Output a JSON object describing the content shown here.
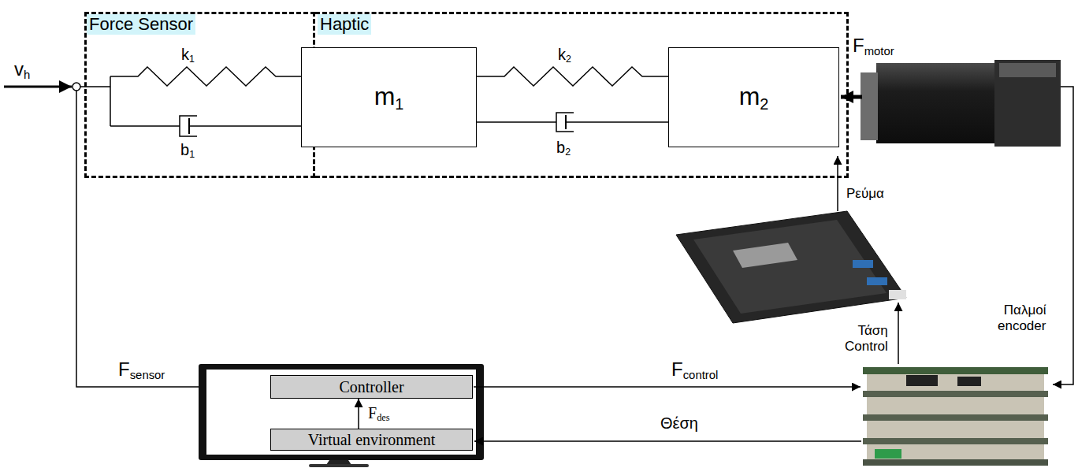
{
  "diagram": {
    "nodes": [
      {
        "text": [
          "Force Sensor"
        ]
      },
      {
        "text": [
          "Haptic"
        ]
      },
      {
        "text": [
          "m1"
        ],
        "in": 1
      },
      {
        "text": [
          "m2"
        ],
        "in": 1
      },
      {
        "text": [
          "Controller"
        ]
      },
      {
        "text": [
          "Virtual environment"
        ]
      }
    ],
    "edges": [
      {
        "from": 5,
        "to": 4,
        "arrow": "to",
        "label": "Fdes"
      }
    ],
    "labels": [
      "vh",
      "k1",
      "b1",
      "k2",
      "b2",
      "Fmotor",
      "Ρεύμα",
      "Παλμοί encoder",
      "Τάση Control",
      "Fsensor",
      "Fcontrol",
      "Θέση"
    ]
  }
}
